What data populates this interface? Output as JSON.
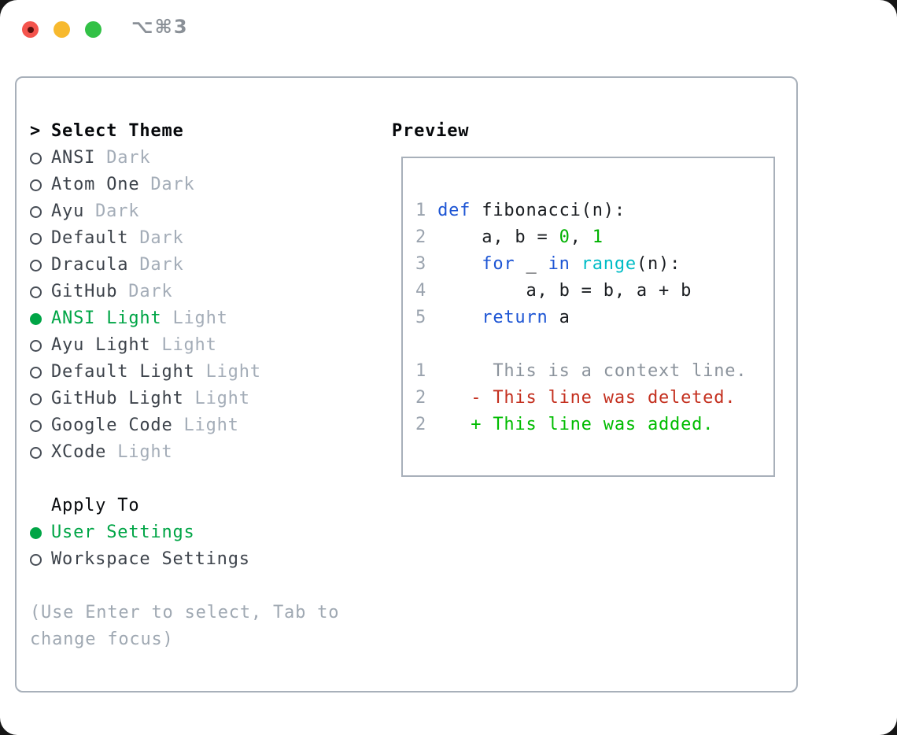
{
  "titlebar": {
    "shortcut": "⌥⌘3",
    "traffic_lights": [
      "close",
      "minimize",
      "zoom"
    ]
  },
  "colors": {
    "selection_green": "#00a546",
    "keyword_blue": "#1d55d4",
    "builtin_cyan": "#00bcc6",
    "number_green": "#00b100",
    "deleted_red": "#c4301f",
    "added_green": "#00bc00",
    "muted_gray": "#a4adb8",
    "border_gray": "#a8b0ba",
    "traffic_red": "#f4544d",
    "traffic_yellow": "#f7b92e",
    "traffic_green": "#32c146"
  },
  "sidebar": {
    "prompt": ">",
    "title": "Select Theme",
    "themes": [
      {
        "name": "ANSI",
        "tag": "Dark",
        "selected": false
      },
      {
        "name": "Atom One",
        "tag": "Dark",
        "selected": false
      },
      {
        "name": "Ayu",
        "tag": "Dark",
        "selected": false
      },
      {
        "name": "Default",
        "tag": "Dark",
        "selected": false
      },
      {
        "name": "Dracula",
        "tag": "Dark",
        "selected": false
      },
      {
        "name": "GitHub",
        "tag": "Dark",
        "selected": false
      },
      {
        "name": "ANSI Light",
        "tag": "Light",
        "selected": true
      },
      {
        "name": "Ayu Light",
        "tag": "Light",
        "selected": false
      },
      {
        "name": "Default Light",
        "tag": "Light",
        "selected": false
      },
      {
        "name": "GitHub Light",
        "tag": "Light",
        "selected": false
      },
      {
        "name": "Google Code",
        "tag": "Light",
        "selected": false
      },
      {
        "name": "XCode",
        "tag": "Light",
        "selected": false
      }
    ],
    "apply": {
      "title": "Apply To",
      "options": [
        {
          "label": "User Settings",
          "selected": true
        },
        {
          "label": "Workspace Settings",
          "selected": false
        }
      ]
    },
    "hint_lines": [
      "(Use Enter to select, Tab to",
      "change focus)"
    ]
  },
  "preview": {
    "title": "Preview",
    "code_lines": [
      {
        "n": "1",
        "s": [
          "def",
          " fibonacci(n):"
        ]
      },
      {
        "n": "2",
        "s": [
          "    a, b = ",
          "0",
          ", ",
          "1"
        ]
      },
      {
        "n": "3",
        "s": [
          "    ",
          "for",
          " _ ",
          "in",
          " ",
          "range",
          "(n):"
        ]
      },
      {
        "n": "4",
        "s": [
          "        a, b = b, a + b"
        ]
      },
      {
        "n": "5",
        "s": [
          "    ",
          "return",
          " a"
        ]
      }
    ],
    "diff_lines": [
      {
        "n": "1",
        "kind": "context",
        "text": "     This is a context line."
      },
      {
        "n": "2",
        "kind": "deleted",
        "text": "   - This line was deleted."
      },
      {
        "n": "2",
        "kind": "added",
        "text": "   + This line was added."
      }
    ]
  }
}
